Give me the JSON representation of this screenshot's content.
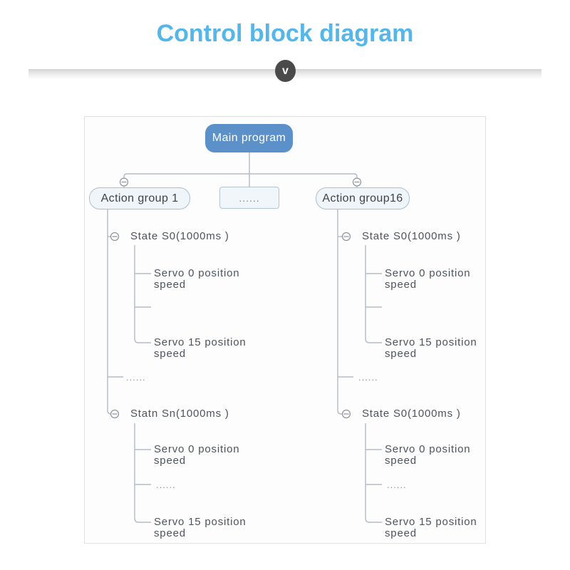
{
  "header": {
    "title": "Control block diagram",
    "title_color": "#55b6e9",
    "chevron_glyph": "v"
  },
  "diagram": {
    "root_label": "Main program",
    "root_fill": "#5b90c9",
    "line_color": "#b3bbc3",
    "groups": [
      {
        "label": "Action group 1"
      },
      {
        "label": "......"
      },
      {
        "label": "Action group16"
      }
    ],
    "left": {
      "state1": {
        "label": "State S0(1000ms )",
        "items": [
          "Servo 0 position\nspeed",
          "",
          "Servo 15 position\nspeed"
        ]
      },
      "dots": "......",
      "state2": {
        "label": "Statn Sn(1000ms )",
        "items": [
          "Servo 0 position\nspeed",
          "......",
          "Servo 15 position\nspeed"
        ]
      }
    },
    "right": {
      "state1": {
        "label": "State S0(1000ms )",
        "items": [
          "Servo 0 position\nspeed",
          "",
          "Servo 15 position\nspeed"
        ]
      },
      "dots": "......",
      "state2": {
        "label": "State S0(1000ms )",
        "items": [
          "Servo 0 position\nspeed",
          "......",
          "Servo 15 position\nspeed"
        ]
      }
    }
  }
}
